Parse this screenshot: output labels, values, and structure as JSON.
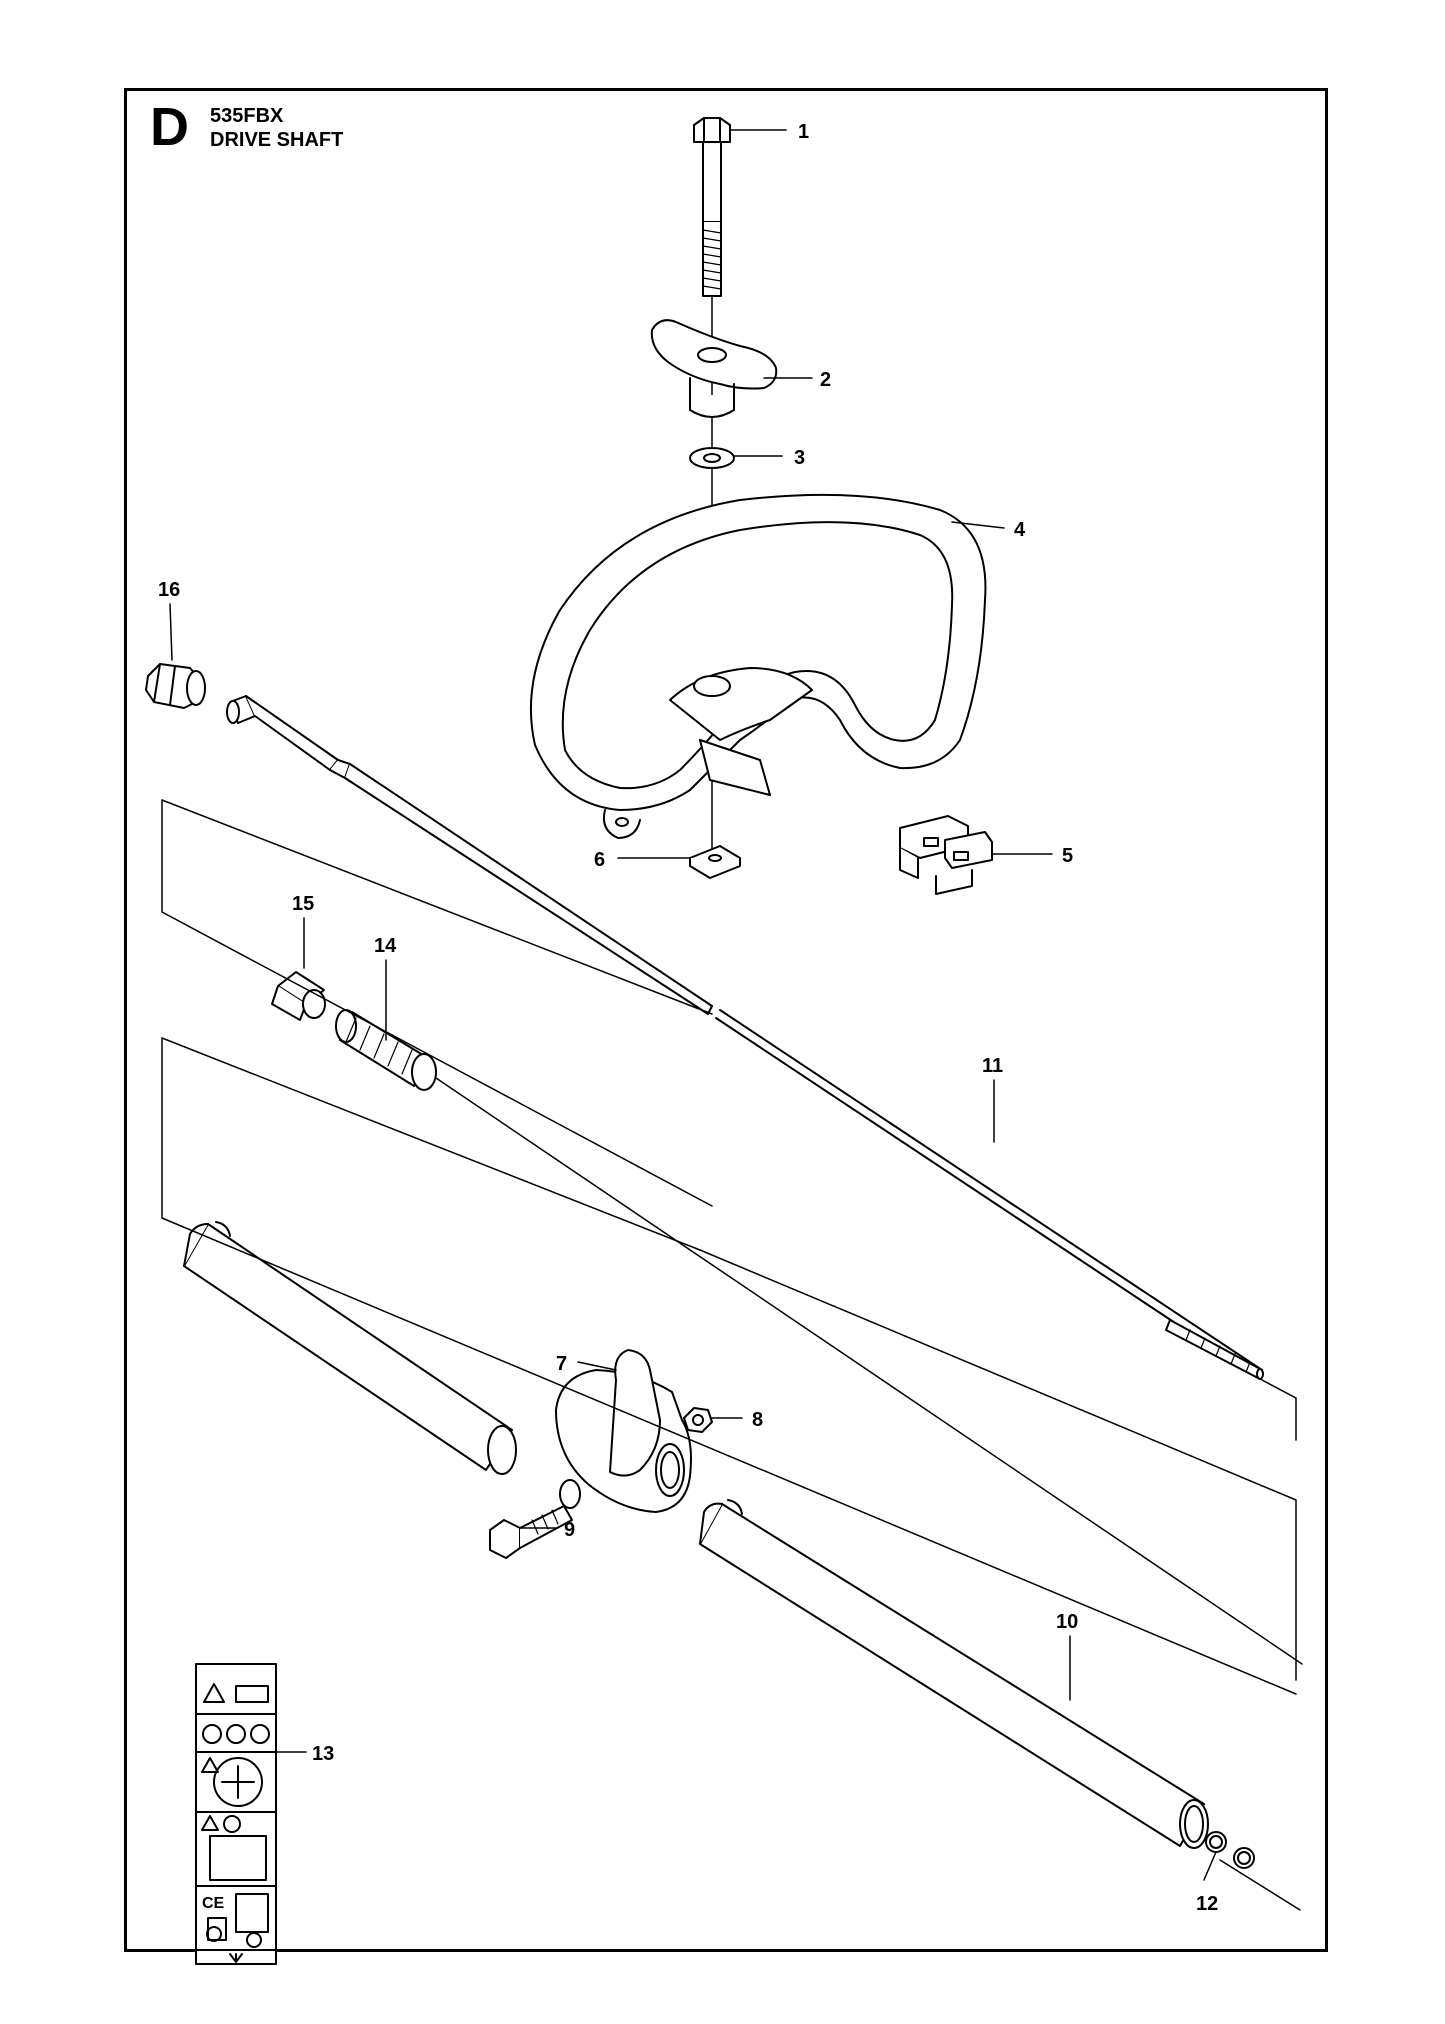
{
  "header": {
    "section_letter": "D",
    "model": "535FBX",
    "title": "DRIVE SHAFT"
  },
  "callouts": [
    {
      "number": "1"
    },
    {
      "number": "2"
    },
    {
      "number": "3"
    },
    {
      "number": "4"
    },
    {
      "number": "5"
    },
    {
      "number": "6"
    },
    {
      "number": "7"
    },
    {
      "number": "8"
    },
    {
      "number": "9"
    },
    {
      "number": "10"
    },
    {
      "number": "11"
    },
    {
      "number": "12"
    },
    {
      "number": "13"
    },
    {
      "number": "14"
    },
    {
      "number": "15"
    },
    {
      "number": "16"
    }
  ],
  "label_sticker": {
    "marks": [
      "CE"
    ]
  }
}
